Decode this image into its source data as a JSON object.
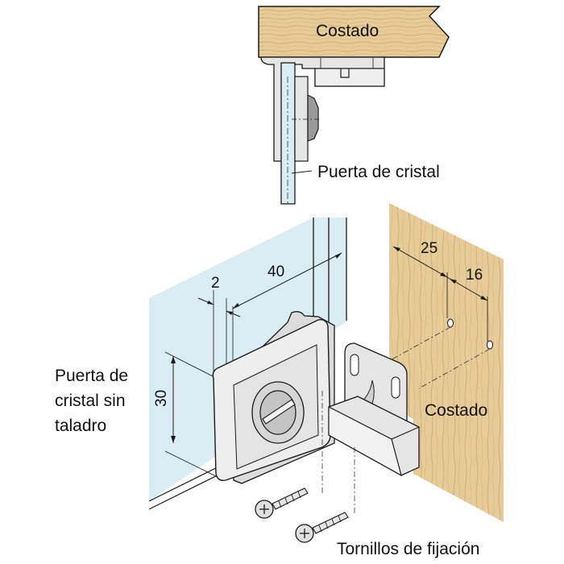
{
  "labels": {
    "top_panel": "Costado",
    "top_glass": "Puerta de cristal",
    "glass_left_1": "Puerta de",
    "glass_left_2": "cristal sin",
    "glass_left_3": "taladro",
    "side_panel": "Costado",
    "screws": "Tornillos de fijación"
  },
  "dimensions": {
    "d25": "25",
    "d16": "16",
    "d40": "40",
    "d2": "2",
    "d30": "30"
  },
  "colors": {
    "wood": "#e8cc98",
    "wood_grain": "#c9a56c",
    "glass": "#d9edf2",
    "metal": "#e6e6e6",
    "metal_dark": "#b5b5b5",
    "outline": "#1a1a1a"
  }
}
